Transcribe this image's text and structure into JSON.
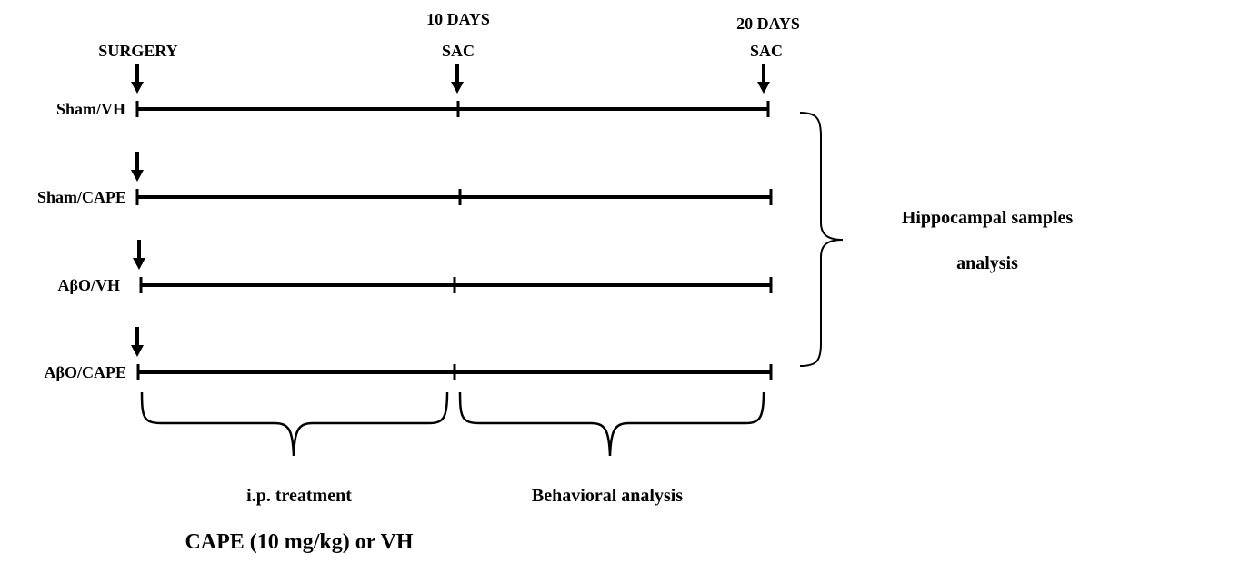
{
  "timepoints": {
    "surgery": "SURGERY",
    "day10": "10 DAYS",
    "day20": "20 DAYS",
    "sac10": "SAC",
    "sac20": "SAC"
  },
  "groups": [
    "Sham/VH",
    "Sham/CAPE",
    "AβO/VH",
    "AβO/CAPE"
  ],
  "periods": {
    "treatment_line1": "i.p. treatment",
    "treatment_line2": "CAPE (10 mg/kg) or VH",
    "behavior": "Behavioral analysis"
  },
  "outcome": {
    "line1": "Hippocampal samples",
    "line2": "analysis"
  }
}
